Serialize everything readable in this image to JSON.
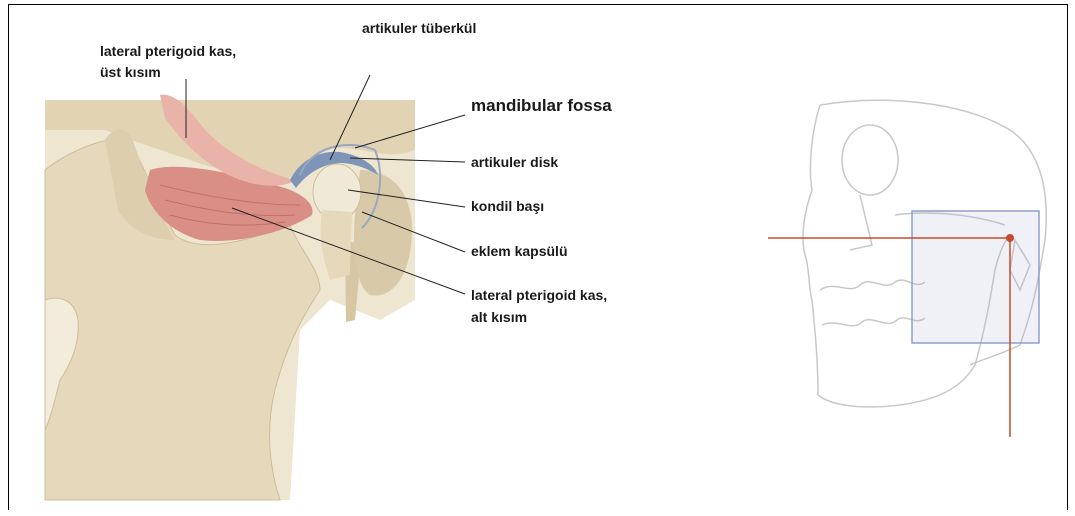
{
  "labels": {
    "lateral_pterigoid_upper": [
      "lateral pterigoid kas,",
      "üst kısım"
    ],
    "artikuler_tuberkul": "artikuler tüberkül",
    "mandibular_fossa": "mandibular fossa",
    "artikuler_disk": "artikuler disk",
    "kondil_basi": "kondil başı",
    "eklem_kapsulu": "eklem kapsülü",
    "lateral_pterigoid_lower": [
      "lateral pterigoid kas,",
      "alt kısım"
    ]
  },
  "colors": {
    "bone": "#e9dcc2",
    "bone_shadow": "#cdbd9a",
    "muscle": "#d98e86",
    "muscle_light": "#eab3aa",
    "disk": "#7e95b8",
    "leader": "#222222",
    "crosshair": "#c84a2c",
    "skull_line": "#c8c8c8",
    "box": "#8ea0c8"
  }
}
